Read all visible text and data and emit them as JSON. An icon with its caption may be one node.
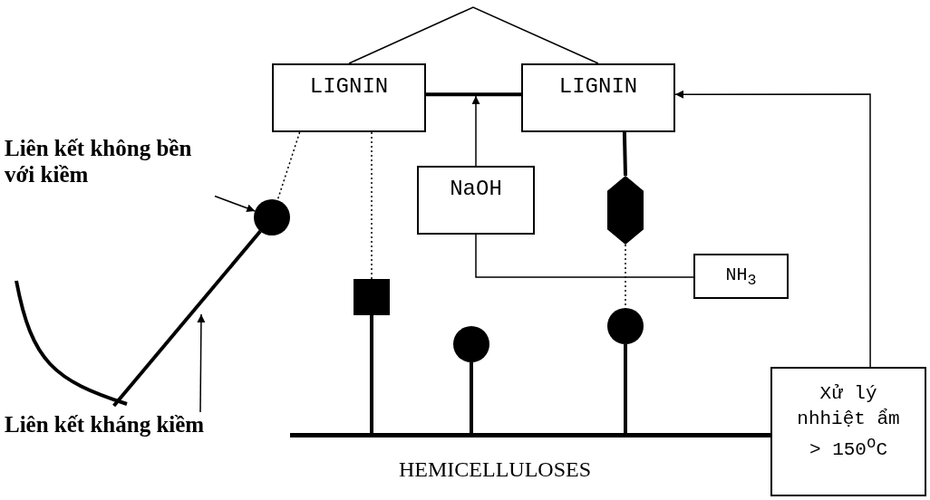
{
  "diagram": {
    "nodes": [
      {
        "text": [
          "LIGNIN"
        ]
      },
      {
        "text": [
          "LIGNIN"
        ]
      },
      {
        "text": [
          "NaOH"
        ]
      },
      {
        "text": [
          "NH$_{3}$"
        ]
      },
      {
        "text": [
          "Xử lý nhhiệt ẩm > 150$^{o}$C"
        ]
      },
      {
        "text": [
          "Liên kết không bền với kiềm"
        ]
      },
      {
        "text": [],
        "shape": "circle"
      },
      {
        "text": [],
        "shape": "hexagon"
      },
      {
        "text": [],
        "shape": "box"
      },
      {
        "text": [],
        "shape": "circle"
      },
      {
        "text": [],
        "shape": "circle"
      },
      {
        "text": [],
        "shape": "bar"
      },
      {
        "text": [
          "Liên kết kháng kiềm"
        ]
      },
      {
        "text": [],
        "shape": "curve"
      }
    ],
    "edges": [
      {
        "from": 0,
        "to": 1,
        "arrow": "none"
      },
      {
        "from": 0,
        "to": 1,
        "arrow": "none",
        "style": "thick"
      },
      {
        "from": 2,
        "to": null,
        "arrow": "to"
      },
      {
        "from": 3,
        "to": 2,
        "arrow": "none"
      },
      {
        "from": 4,
        "to": 1,
        "arrow": "to"
      },
      {
        "from": 5,
        "to": 6,
        "arrow": "to"
      },
      {
        "from": 0,
        "to": 6,
        "arrow": "none",
        "style": "dashed"
      },
      {
        "from": 0,
        "to": 8,
        "arrow": "none",
        "style": "dashed"
      },
      {
        "from": 1,
        "to": 7,
        "arrow": "none",
        "style": "thick"
      },
      {
        "from": 7,
        "to": 10,
        "arrow": "none",
        "style": "dashed"
      },
      {
        "from": 8,
        "to": 11,
        "arrow": "none",
        "style": "thick"
      },
      {
        "from": 9,
        "to": 11,
        "arrow": "none",
        "style": "thick"
      },
      {
        "from": 10,
        "to": 11,
        "arrow": "none",
        "style": "thick"
      },
      {
        "from": 12,
        "to": null,
        "arrow": "to"
      },
      {
        "from": 6,
        "to": 13,
        "arrow": "none",
        "style": "thick"
      }
    ],
    "labels": [
      "HEMICELLULOSES"
    ]
  }
}
